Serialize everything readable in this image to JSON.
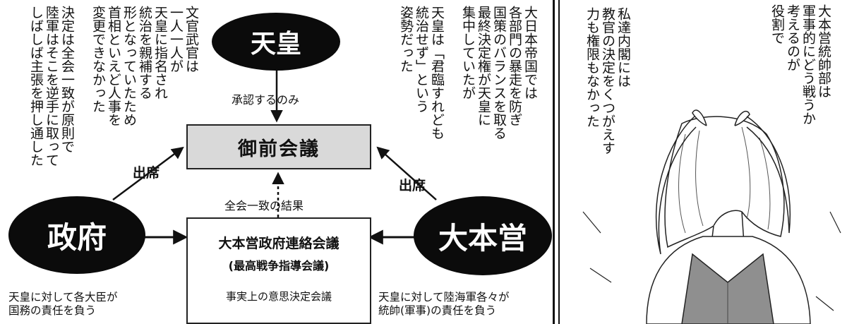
{
  "nodes": {
    "emperor": "天皇",
    "imperial_council": "御前会議",
    "government": "政府",
    "ihq": "大本営",
    "liaison_title": "大本営政府連絡会議",
    "liaison_sub": "(最高戦争指導会議)",
    "liaison_note": "事実上の意思決定会議"
  },
  "edges": {
    "approve": "承認するのみ",
    "attend_left": "出席",
    "attend_right": "出席",
    "unanimous": "全会一致の結果"
  },
  "notes": {
    "gov_bottom": "天皇に対して各大臣が\n国務の責任を負う",
    "ihq_bottom": "天皇に対して陸海軍各々が\n統帥(軍事)の責任を負う",
    "left_vertical": "文官武官は\n一人一人が\n天皇に指名され\n統治を親補する\n形となっていたため\n首相といえど人事を\n変更できなかった\n\n決定は全会一致が原則で\n陸軍はそこを逆手に取って\nしばしば主張を押し通した",
    "center_vertical": "大日本帝国では\n各部門の暴走を防ぎ\n国策のバランスを取る\n最終決定権が天皇に\n集中していたが\n\n天皇は「君臨すれども\n統治せず」という\n姿勢だった"
  },
  "bubbles": {
    "upper": "大本営統帥部は\n軍事的にどう戦うか\n考えるのが\n役割で",
    "lower": "私達内閣には\n教官の決定をくつがえす\n力も権限もなかった"
  }
}
